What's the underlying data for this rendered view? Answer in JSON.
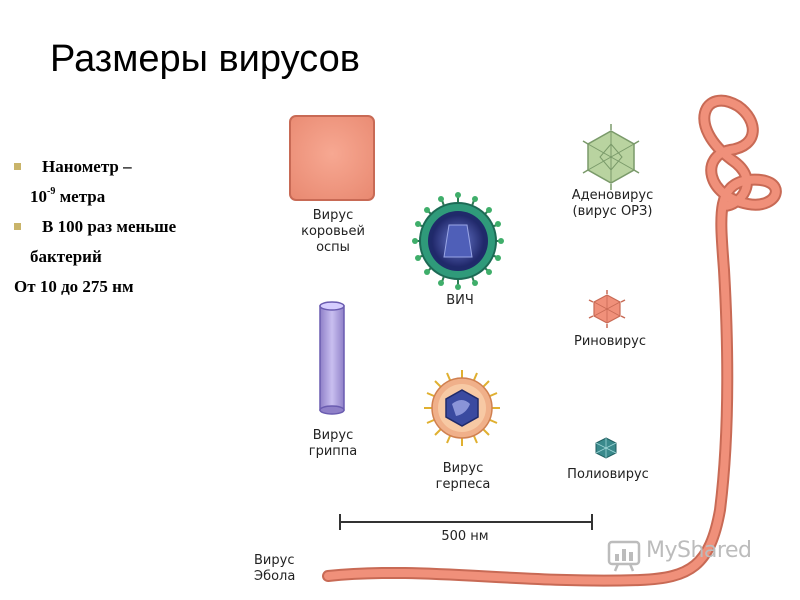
{
  "slide": {
    "title": "Размеры вирусов"
  },
  "bullets": {
    "item1": "Нанометр –",
    "item1_cont_base": "10",
    "item1_cont_exp": "-9",
    "item1_cont_rest": " метра",
    "item2": "В 100 раз меньше",
    "item2_cont": "бактерий",
    "note": "От 10 до 275 нм"
  },
  "viruses": {
    "vaccinia": {
      "line1": "Вирус",
      "line2": "коровьей",
      "line3": "оспы"
    },
    "hiv": {
      "line1": "ВИЧ"
    },
    "adeno": {
      "line1": "Аденовирус",
      "line2": "(вирус ОРЗ)"
    },
    "rhino": {
      "line1": "Риновирус"
    },
    "flu": {
      "line1": "Вирус",
      "line2": "гриппа"
    },
    "herpes": {
      "line1": "Вирус",
      "line2": "герпеса"
    },
    "polio": {
      "line1": "Полиовирус"
    },
    "ebola": {
      "line1": "Вирус",
      "line2": "Эбола"
    }
  },
  "scale_bar": {
    "label": "500 нм"
  },
  "watermark": {
    "text": "MyShared"
  },
  "colors": {
    "salmon": "#f0907a",
    "salmon_dark": "#c86a55",
    "flu_purple": "#a89ad8",
    "hiv_green": "#2f9a7a",
    "hiv_navy": "#1f2a6a",
    "adeno_green": "#b9d3a0",
    "polio_teal": "#3a8a8c",
    "bullet_gold": "#c9b46a"
  }
}
